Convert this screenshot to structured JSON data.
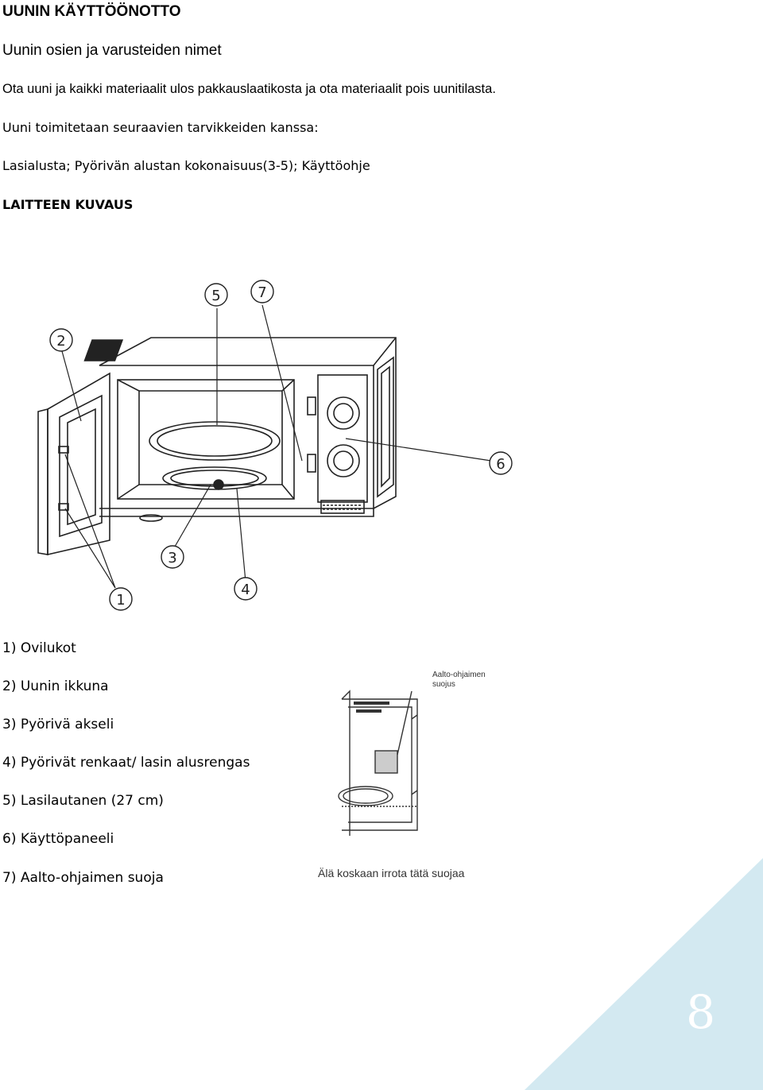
{
  "heading": "UUNIN KÄYTTÖÖNOTTO",
  "subheading": "Uunin osien ja varusteiden nimet",
  "intro_line1": "Ota uuni ja kaikki materiaalit ulos pakkauslaatikosta ja ota materiaalit pois uunitilasta.",
  "intro_line2": "Uuni toimitetaan seuraavien tarvikkeiden kanssa:",
  "accessories": "Lasialusta; Pyörivän alustan kokonaisuus(3-5); Käyttöohje",
  "section_title": "LAITTEEN KUVAUS",
  "diagram_labels": [
    "1",
    "2",
    "3",
    "4",
    "5",
    "6",
    "7"
  ],
  "parts": [
    "1) Ovilukot",
    "2) Uunin ikkuna",
    "3) Pyörivä akseli",
    "4) Pyörivät renkaat/ lasin alusrengas",
    "5) Lasilautanen (27 cm)",
    "6) Käyttöpaneeli",
    "7) Aalto-ohjaimen suoja"
  ],
  "figure2_label": "Aalto-ohjaimen suojus",
  "figure2_caption": "Älä koskaan irrota tätä suojaa",
  "page_number": "8",
  "colors": {
    "corner": "#d3e9f1"
  }
}
